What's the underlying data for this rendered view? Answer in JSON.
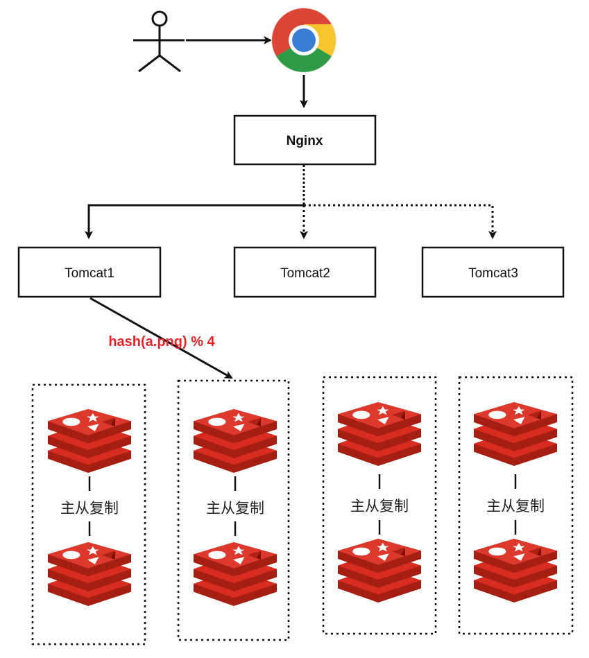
{
  "nodes": {
    "nginx": "Nginx",
    "tomcat1": "Tomcat1",
    "tomcat2": "Tomcat2",
    "tomcat3": "Tomcat3"
  },
  "hash_label": "hash(a.png) % 4",
  "replication_label": "主从复制",
  "colors": {
    "hash_text": "#e8232a",
    "redis_red": "#d5281f",
    "redis_dark": "#a41e11",
    "redis_top": "#dc382c",
    "stroke": "#111111"
  },
  "icons": {
    "user": "stick-figure-icon",
    "browser": "chrome-icon",
    "cache": "redis-icon"
  }
}
